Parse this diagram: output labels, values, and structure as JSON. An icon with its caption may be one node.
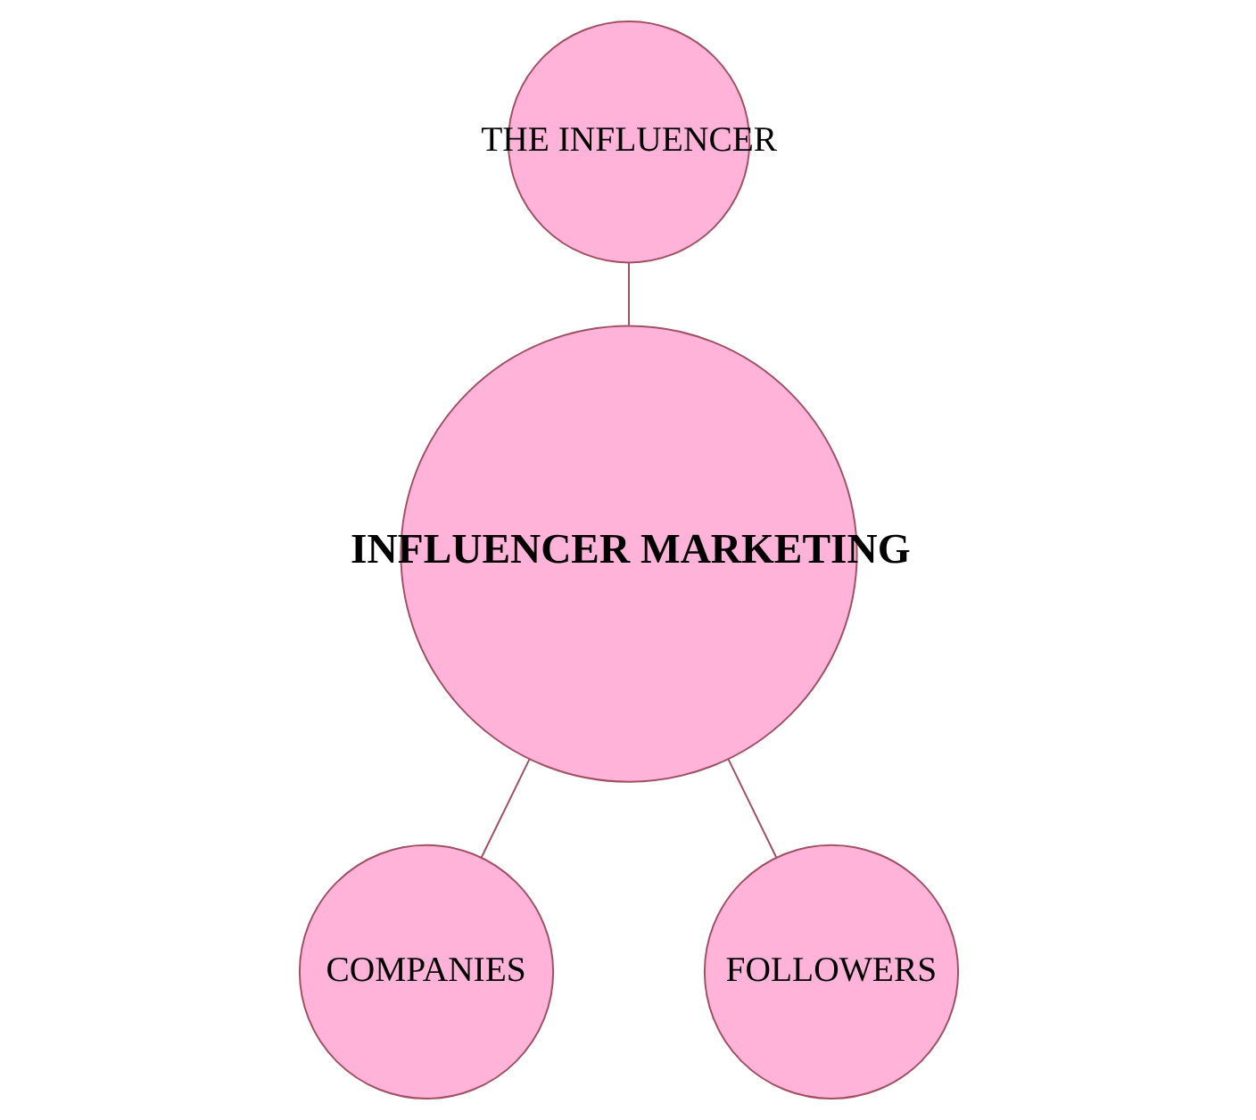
{
  "diagram": {
    "nodes": [
      {
        "text": [
          "THE INFLUENCER"
        ]
      },
      {
        "text": [
          "INFLUENCER MARKETING"
        ]
      },
      {
        "text": [
          "COMPANIES"
        ]
      },
      {
        "text": [
          "FOLLOWERS"
        ]
      }
    ],
    "edges": [
      {
        "from": 0,
        "to": 1,
        "arrow": "none"
      },
      {
        "from": 1,
        "to": 2,
        "arrow": "none"
      },
      {
        "from": 1,
        "to": 3,
        "arrow": "none"
      }
    ]
  }
}
